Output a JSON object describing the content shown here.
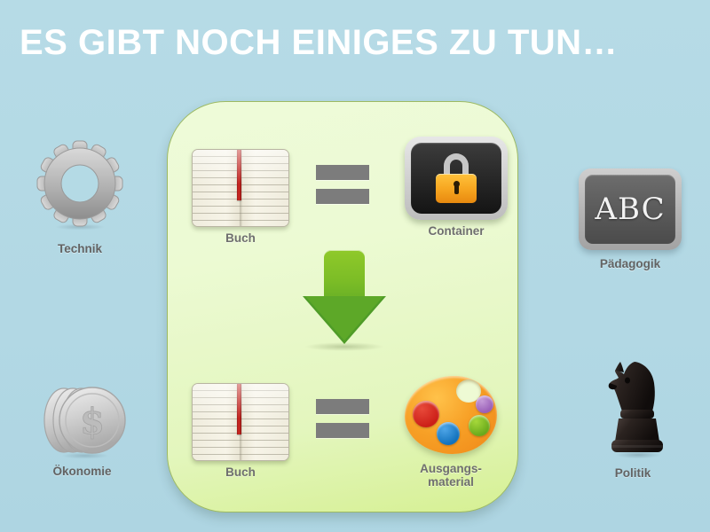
{
  "slide": {
    "title": "ES GIBT NOCH EINIGES ZU TUN…",
    "background_color": "#b4dae5",
    "panel_color": "#e9f9ce",
    "label_color": "#6f6f6f",
    "title_color": "#ffffff"
  },
  "center_panel": {
    "top_row": {
      "left": {
        "icon": "open-book-icon",
        "label": "Buch"
      },
      "operator": {
        "icon": "equals-sign-icon",
        "symbol": "="
      },
      "right": {
        "icon": "lock-icon",
        "label": "Container"
      }
    },
    "transition": {
      "icon": "green-down-arrow-icon",
      "direction": "down"
    },
    "bottom_row": {
      "left": {
        "icon": "open-book-icon",
        "label": "Buch"
      },
      "operator": {
        "icon": "equals-sign-icon",
        "symbol": "="
      },
      "right": {
        "icon": "paint-palette-icon",
        "label": "Ausgangs-\nmaterial"
      }
    }
  },
  "surrounding_items": [
    {
      "icon": "gear-icon",
      "label": "Technik",
      "position": "left-top"
    },
    {
      "icon": "coins-icon",
      "label": "Ökonomie",
      "position": "left-bottom"
    },
    {
      "icon": "chalkboard-icon",
      "label": "Pädagogik",
      "chalk_text": "ABC",
      "position": "right-top"
    },
    {
      "icon": "chess-knight-icon",
      "label": "Politik",
      "position": "right-bottom"
    }
  ]
}
